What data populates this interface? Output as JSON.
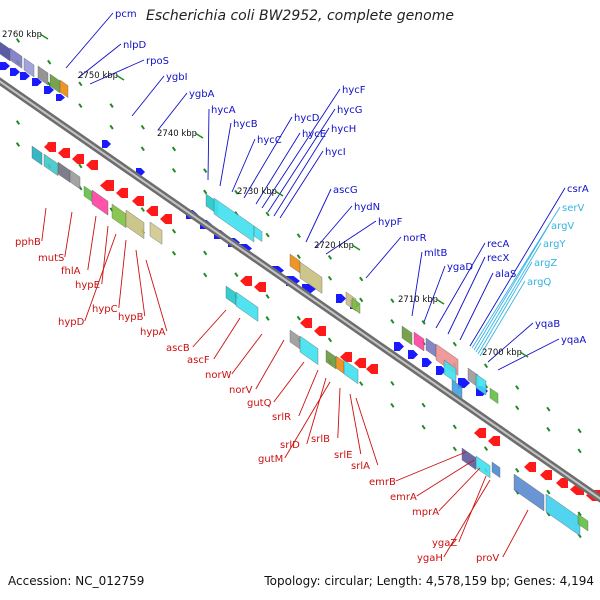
{
  "title": "Escherichia coli BW2952, complete genome",
  "footer": {
    "accession": "Accession: NC_012759",
    "summary": "Topology: circular; Length: 4,578,159 bp; Genes: 4,194"
  },
  "colors": {
    "backbone": "#808080",
    "forward_label": "#1010c8",
    "reverse_label": "#cc1010",
    "rna_label": "#33b5e5",
    "forward_arrow": "#1a1aff",
    "reverse_arrow": "#ff1a1a",
    "tick": "#228b22"
  },
  "ticks": [
    "2760 kbp",
    "2750 kbp",
    "2740 kbp",
    "2730 kbp",
    "2720 kbp",
    "2710 kbp",
    "2700 kbp"
  ],
  "genes_top": [
    "pcm",
    "nlpD",
    "rpoS",
    "ygbI",
    "ygbA",
    "hycA",
    "hycB",
    "hycC",
    "hycD",
    "hycE",
    "hycF",
    "hycG",
    "hycH",
    "hycI",
    "ascG",
    "hydN",
    "hypF",
    "norR",
    "mltB",
    "ygaD",
    "recA",
    "recX",
    "alaS",
    "csrA",
    "serV",
    "argV",
    "argY",
    "argZ",
    "argQ",
    "yqaB",
    "yqaA"
  ],
  "genes_bottom": [
    "pphB",
    "mutS",
    "fhlA",
    "hypE",
    "hypD",
    "hypC",
    "hypB",
    "hypA",
    "ascB",
    "ascF",
    "norW",
    "norV",
    "gutQ",
    "srlR",
    "srlD",
    "gutM",
    "srlB",
    "srlE",
    "srlA",
    "emrB",
    "emrA",
    "mprA",
    "ygaZ",
    "ygaH",
    "proV"
  ],
  "rna_genes": [
    "csrA",
    "serV",
    "argV",
    "argY",
    "argZ",
    "argQ"
  ]
}
